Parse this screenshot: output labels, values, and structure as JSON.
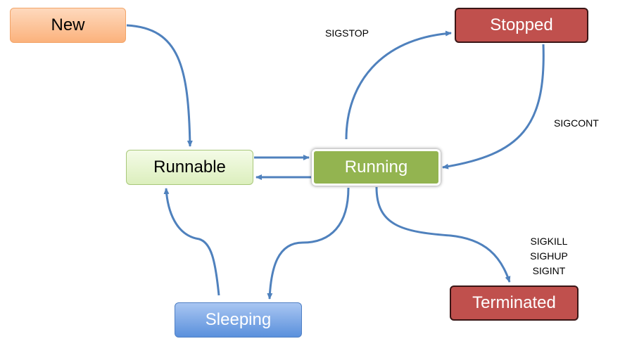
{
  "states": {
    "new": "New",
    "runnable": "Runnable",
    "running": "Running",
    "stopped": "Stopped",
    "terminated": "Terminated",
    "sleeping": "Sleeping"
  },
  "signals": {
    "sigstop": "SIGSTOP",
    "sigcont": "SIGCONT",
    "terminate_signals": [
      "SIGKILL",
      "SIGHUP",
      "SIGINT"
    ]
  },
  "colors": {
    "arrow": "#4f81bd",
    "new_fill": "#fbb27c",
    "runnable_fill": "#dcefbd",
    "running_fill": "#93b450",
    "stopped_fill": "#c0504d",
    "terminated_fill": "#c0504d",
    "sleeping_fill": "#5a90dc"
  }
}
